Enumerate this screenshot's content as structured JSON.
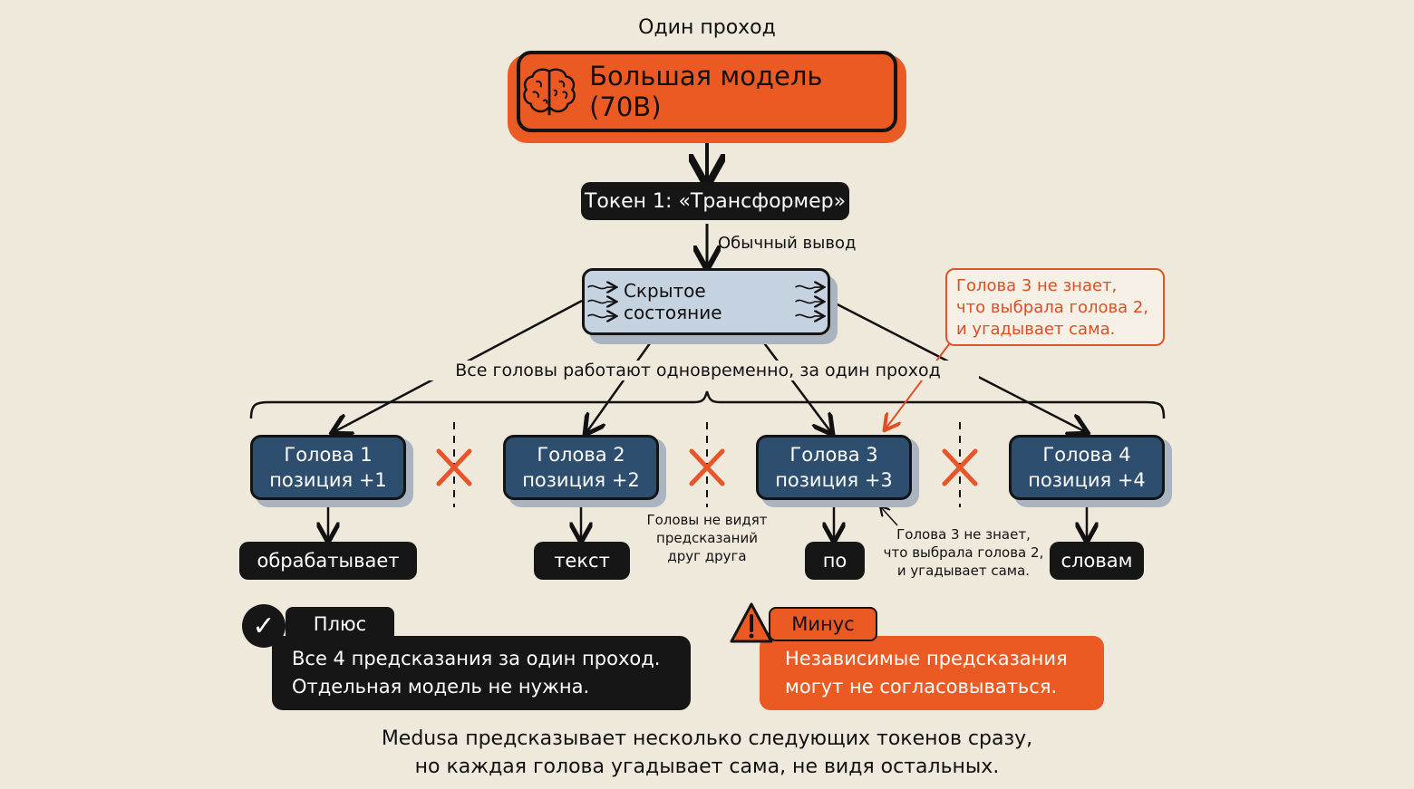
{
  "top_label": "Один проход",
  "model": {
    "title": "Большая модель (70B)",
    "icon": "brain-icon"
  },
  "token": {
    "label": "Токен 1: «Трансформер»"
  },
  "normal_output_label": "Обычный вывод",
  "hidden_state": {
    "label": "Скрытое состояние",
    "icon": "flow-arrows-icon"
  },
  "note_top": {
    "lines": [
      "Голова 3 не знает,",
      "что выбрала голова 2,",
      "и угадывает сама."
    ]
  },
  "simultaneous_label": "Все головы работают одновременно, за один проход",
  "heads": [
    {
      "name": "Голова 1",
      "position": "позиция +1",
      "output": "обрабатывает"
    },
    {
      "name": "Голова 2",
      "position": "позиция +2",
      "output": "текст"
    },
    {
      "name": "Голова 3",
      "position": "позиция +3",
      "output": "по"
    },
    {
      "name": "Голова 4",
      "position": "позиция +4",
      "output": "словам"
    }
  ],
  "no_see_note": {
    "lines": [
      "Головы не видят",
      "предсказаний",
      "друг друга"
    ]
  },
  "head3_note": {
    "lines": [
      "Голова 3 не знает,",
      "что выбрала голова 2,",
      "и угадывает сама."
    ]
  },
  "plus": {
    "tab": "Плюс",
    "lines": [
      "Все 4 предсказания за один проход.",
      "Отдельная модель не нужна."
    ]
  },
  "minus": {
    "tab": "Минус",
    "lines": [
      "Независимые предсказания",
      "могут не согласовываться."
    ]
  },
  "footer": {
    "lines": [
      "Medusa предсказывает несколько следующих токенов сразу,",
      "но каждая голова угадывает сама, не видя остальных."
    ]
  },
  "colors": {
    "background": "#efe9dc",
    "accent_orange": "#ec5a24",
    "head_blue": "#2e4e70",
    "hidden_blue": "#c5d2df",
    "dark": "#161616",
    "cross_red": "#e8552a"
  }
}
